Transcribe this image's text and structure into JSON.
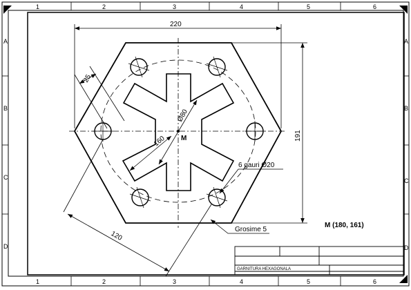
{
  "sheet": {
    "zone_columns": [
      "1",
      "2",
      "3",
      "4",
      "5",
      "6"
    ],
    "zone_rows": [
      "A",
      "B",
      "C",
      "D"
    ]
  },
  "part": {
    "overall_width": "220",
    "overall_height": "191",
    "hole_spacing_dim": "25",
    "center_label": "M",
    "bolt_circle_dim": "Ø80",
    "star_dim": "160",
    "holes_note": "6 gauri Ø20",
    "thickness_note": "Grosime 5",
    "length_dim": "120",
    "center_coordinates": "M (180, 161)"
  },
  "title_block": {
    "title": "GARNITURA HEXAGONALA"
  }
}
